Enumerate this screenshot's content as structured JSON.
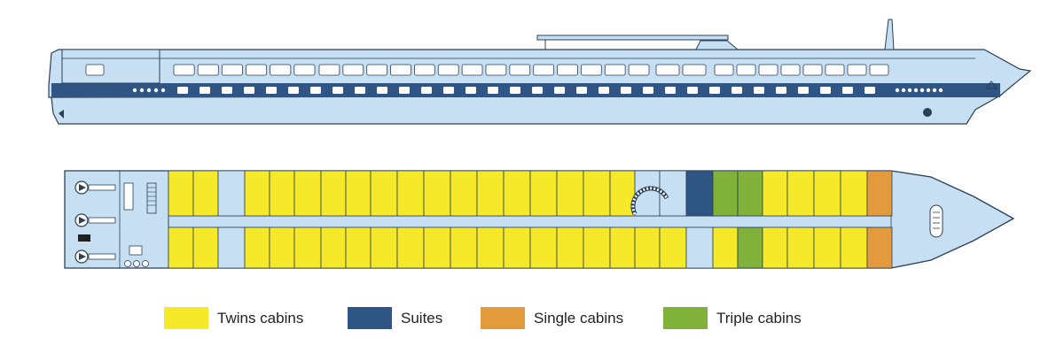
{
  "legend": [
    {
      "label": "Twins cabins",
      "color": "#f5e92a"
    },
    {
      "label": "Suites",
      "color": "#2e5584"
    },
    {
      "label": "Single cabins",
      "color": "#e39a3c"
    },
    {
      "label": "Triple cabins",
      "color": "#80b23a"
    }
  ],
  "colors": {
    "hull": "#c6dff3",
    "outline": "#2c3f55",
    "stripe": "#2e5584",
    "window": "#ffffff"
  }
}
